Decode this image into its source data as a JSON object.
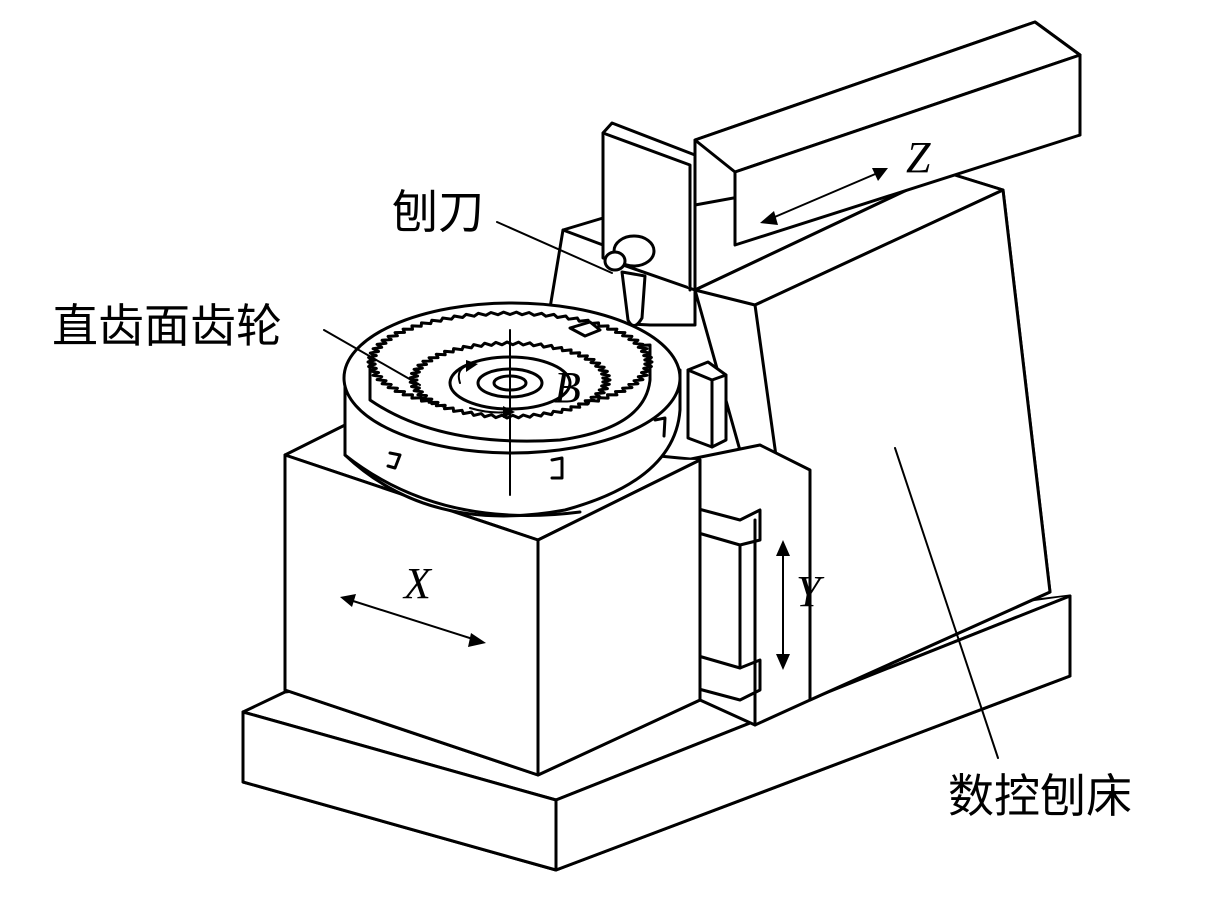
{
  "labels": {
    "planer_tool": "刨刀",
    "spur_face_gear": "直齿面齿轮",
    "cnc_planer": "数控刨床"
  },
  "axes": {
    "x": "X",
    "y": "Y",
    "z": "Z",
    "b": "B"
  },
  "colors": {
    "stroke": "#000000",
    "fill": "#ffffff"
  }
}
